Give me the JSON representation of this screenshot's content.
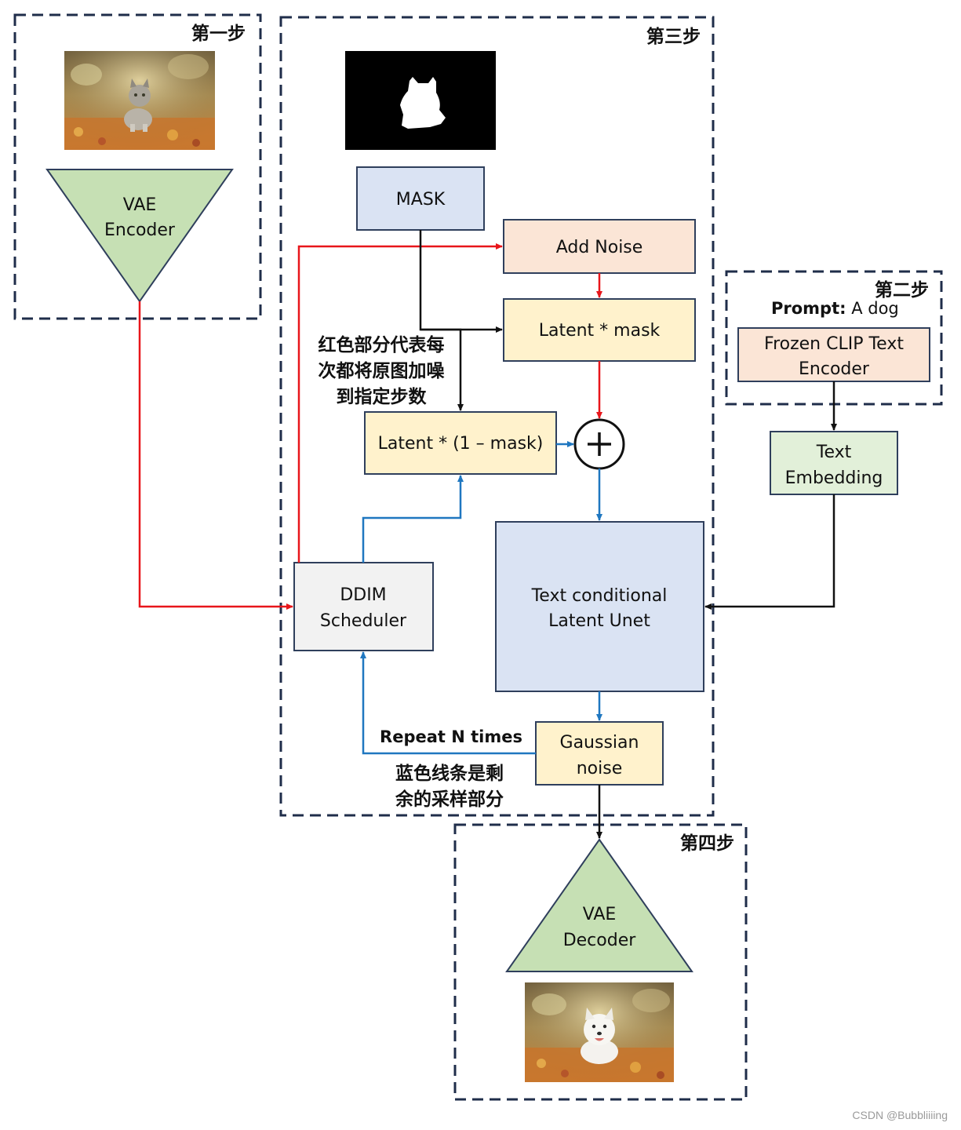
{
  "steps": {
    "step1": "第一步",
    "step2": "第二步",
    "step3": "第三步",
    "step4": "第四步"
  },
  "nodes": {
    "vae_encoder": [
      "VAE",
      "Encoder"
    ],
    "mask": "MASK",
    "add_noise": "Add Noise",
    "latent_mask": "Latent * mask",
    "latent_inv_mask": "Latent * (1 – mask)",
    "plus": "+",
    "unet": [
      "Text conditional",
      "Latent Unet"
    ],
    "ddim": [
      "DDIM",
      "Scheduler"
    ],
    "gaussian": [
      "Gaussian",
      "noise"
    ],
    "clip": [
      "Frozen CLIP Text",
      "Encoder"
    ],
    "text_embedding": [
      "Text",
      "Embedding"
    ],
    "vae_decoder": [
      "VAE",
      "Decoder"
    ]
  },
  "prompt": {
    "label": "Prompt:",
    "value": " A dog"
  },
  "annotations": {
    "red_note": [
      "红色部分代表每",
      "次都将原图加噪",
      "到指定步数"
    ],
    "repeat": "Repeat N times",
    "blue_note": [
      "蓝色线条是剩",
      "余的采样部分"
    ]
  },
  "watermark": "CSDN @Bubbliiiing",
  "colors": {
    "red_line": "#e8161b",
    "blue_line": "#1f77c0",
    "green_triangle": "#c6e0b4",
    "blue_box": "#dae3f3",
    "peach_box": "#fbe5d6",
    "yellow_box": "#fff2cc",
    "gray_box": "#f2f2f2",
    "light_green_box": "#e2f0d9",
    "box_border": "#2f3f5c"
  }
}
